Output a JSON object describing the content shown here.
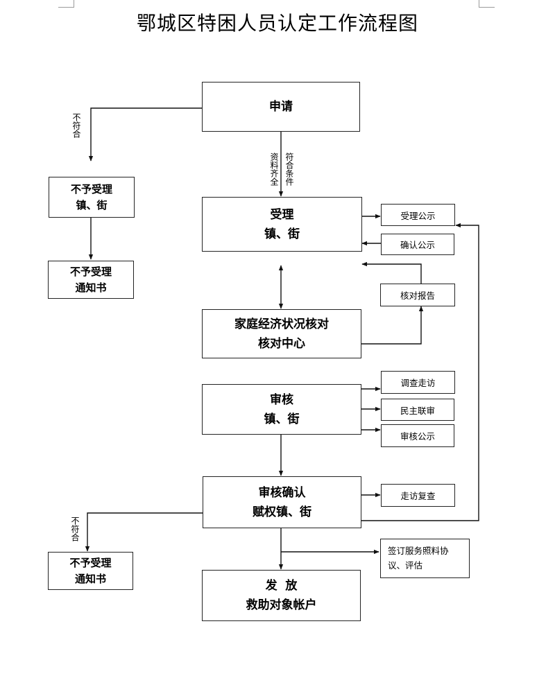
{
  "title": "鄂城区特困人员认定工作流程图",
  "boxes": {
    "apply": [
      "申请"
    ],
    "accept": [
      "受理",
      "镇、街"
    ],
    "verify": [
      "家庭经济状况核对",
      "核对中心"
    ],
    "review": [
      "审核",
      "镇、街"
    ],
    "confirm": [
      "审核确认",
      "赋权镇、街"
    ],
    "issue": [
      "发  放",
      "救助对象帐户"
    ],
    "reject1": [
      "不予受理",
      "镇、街"
    ],
    "reject_notice1": [
      "不予受理",
      "通知书"
    ],
    "reject_notice2": [
      "不予受理",
      "通知书"
    ]
  },
  "side_boxes": {
    "accept_publicity": "受理公示",
    "confirm_publicity": "确认公示",
    "verify_report": "核对报告",
    "survey_visit": "调查走访",
    "democratic_review": "民主联审",
    "review_publicity": "审核公示",
    "revisit_check": "走访复查",
    "service_agreement": [
      "签订服务照料协",
      "议、评估"
    ]
  },
  "edge_labels": {
    "not_qualified_top": "不符合",
    "not_qualified_bottom": "不符合",
    "docs_complete": "资料齐全",
    "meets_conditions": "符合条件"
  }
}
